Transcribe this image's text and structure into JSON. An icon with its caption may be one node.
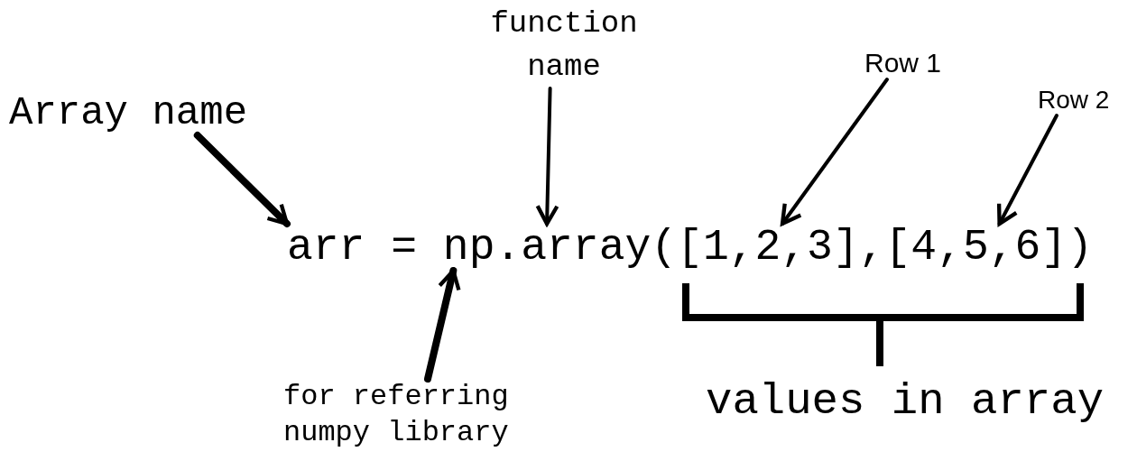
{
  "diagram": {
    "nodes": [
      {
        "text": [
          "Array name"
        ]
      },
      {
        "text": [
          "function name"
        ]
      },
      {
        "text": [
          "Row 1"
        ]
      },
      {
        "text": [
          "Row 2"
        ]
      },
      {
        "text": [
          "for referring numpy library"
        ]
      },
      {
        "text": [
          "values in array"
        ]
      },
      {
        "text": [
          "arr"
        ]
      },
      {
        "text": [
          "np"
        ]
      },
      {
        "text": [
          "array"
        ]
      },
      {
        "text": [
          "[1,2,3]"
        ]
      },
      {
        "text": [
          "[4,5,6]"
        ]
      }
    ],
    "edges": [
      {
        "from": 0,
        "to": 6,
        "arrow": "to",
        "style": "thick"
      },
      {
        "from": 1,
        "to": 8,
        "arrow": "to"
      },
      {
        "from": 2,
        "to": 9,
        "arrow": "to"
      },
      {
        "from": 3,
        "to": 10,
        "arrow": "to"
      },
      {
        "from": 4,
        "to": 7,
        "arrow": "to",
        "style": "thick"
      }
    ],
    "labels": [
      "=",
      ".",
      "(",
      ",",
      ")"
    ]
  }
}
